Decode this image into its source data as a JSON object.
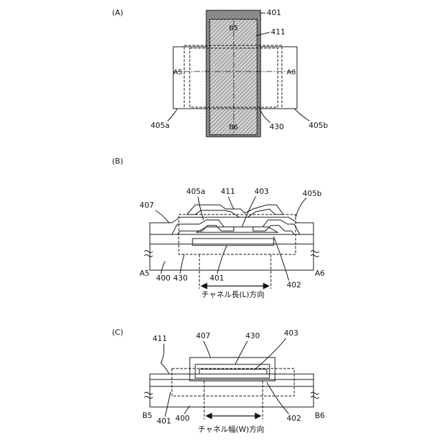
{
  "panels": {
    "a": {
      "tag": "(A)",
      "labels": {
        "l401": "401",
        "l411": "411",
        "b5": "B5",
        "b6": "B6",
        "a5": "A5",
        "a6": "A6",
        "l405a": "405a",
        "l405b": "405b",
        "l430": "430"
      }
    },
    "b": {
      "tag": "(B)",
      "labels": {
        "l405a": "405a",
        "l411": "411",
        "l403": "403",
        "l405b": "405b",
        "l407": "407",
        "a5": "A5",
        "l400": "400",
        "l430": "430",
        "l401": "401",
        "l402": "402",
        "a6": "A6"
      },
      "caption": "チャネル長(L)方向"
    },
    "c": {
      "tag": "(C)",
      "labels": {
        "l411": "411",
        "l407": "407",
        "l430": "430",
        "l403": "403",
        "b5": "B5",
        "l401": "401",
        "l400": "400",
        "l402": "402",
        "b6": "B6"
      },
      "caption": "チャネル幅(W)方向"
    }
  }
}
